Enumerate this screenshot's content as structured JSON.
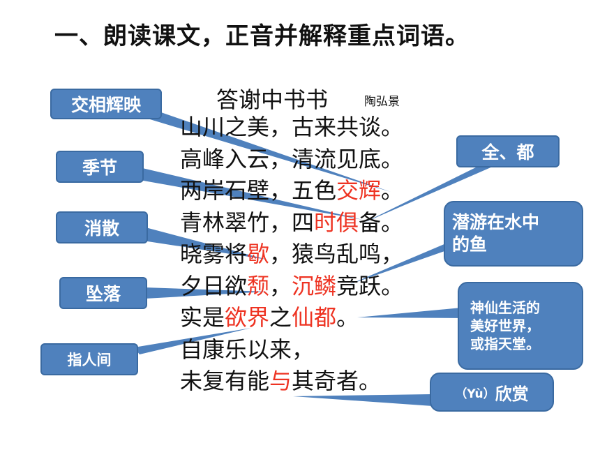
{
  "heading": "一、朗读课文，正音并解释重点词语。",
  "poem": {
    "title": "答谢中书书",
    "author": "陶弘景",
    "lines": [
      [
        {
          "t": "山川之美，古来共谈。"
        }
      ],
      [
        {
          "t": "高峰入云，清流见底。"
        }
      ],
      [
        {
          "t": "两岸石壁，五色"
        },
        {
          "t": "交辉",
          "hl": true
        },
        {
          "t": "。"
        }
      ],
      [
        {
          "t": "青林翠竹，四"
        },
        {
          "t": "时俱",
          "hl": true
        },
        {
          "t": "备。"
        }
      ],
      [
        {
          "t": "晓雾将"
        },
        {
          "t": "歇",
          "hl": true
        },
        {
          "t": "，猿鸟乱鸣，"
        }
      ],
      [
        {
          "t": "夕日欲"
        },
        {
          "t": "颓",
          "hl": true
        },
        {
          "t": "，"
        },
        {
          "t": "沉鳞",
          "hl": true
        },
        {
          "t": "竞跃。"
        }
      ],
      [
        {
          "t": "实是"
        },
        {
          "t": "欲界",
          "hl": true
        },
        {
          "t": "之"
        },
        {
          "t": "仙都",
          "hl": true
        },
        {
          "t": "。"
        }
      ],
      [
        {
          "t": "自康乐以来，"
        }
      ],
      [
        {
          "t": "未复有能"
        },
        {
          "t": "与",
          "hl": true
        },
        {
          "t": "其奇者。"
        }
      ]
    ]
  },
  "notes": {
    "jiaohui": "交相辉映",
    "jijie": "季节",
    "xiaosan": "消散",
    "zhuiluo": "坠落",
    "zhirenjian": "指人间",
    "quandou": "全、都",
    "qianyou": [
      "潜游在水中",
      "的鱼"
    ],
    "shenxian": [
      "神仙生活的",
      "美好世界，",
      "或指天堂。"
    ],
    "xinshang_pinyin": "（Yù）",
    "xinshang": "欣赏"
  },
  "colors": {
    "highlight": "#ee3322",
    "callout_fill": "#4f81bd",
    "callout_border": "#3a6aa1"
  }
}
